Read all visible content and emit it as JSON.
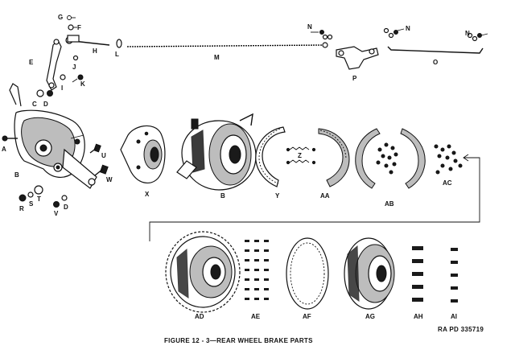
{
  "figure": {
    "caption": "FIGURE 12 - 3—REAR WHEEL BRAKE PARTS",
    "ref": "RA PD 335719"
  },
  "labels": {
    "A": "A",
    "B": "B",
    "C": "C",
    "D": "D",
    "E": "E",
    "F": "F",
    "G": "G",
    "H": "H",
    "I": "I",
    "J": "J",
    "K": "K",
    "L": "L",
    "M": "M",
    "N": "N",
    "O": "O",
    "P": "P",
    "R": "R",
    "S": "S",
    "T": "T",
    "U": "U",
    "V": "V",
    "W": "W",
    "X": "X",
    "Y": "Y",
    "Z": "Z",
    "AA": "AA",
    "AB": "AB",
    "AC": "AC",
    "AD": "AD",
    "AE": "AE",
    "AF": "AF",
    "AG": "AG",
    "AH": "AH",
    "AI": "AI"
  }
}
